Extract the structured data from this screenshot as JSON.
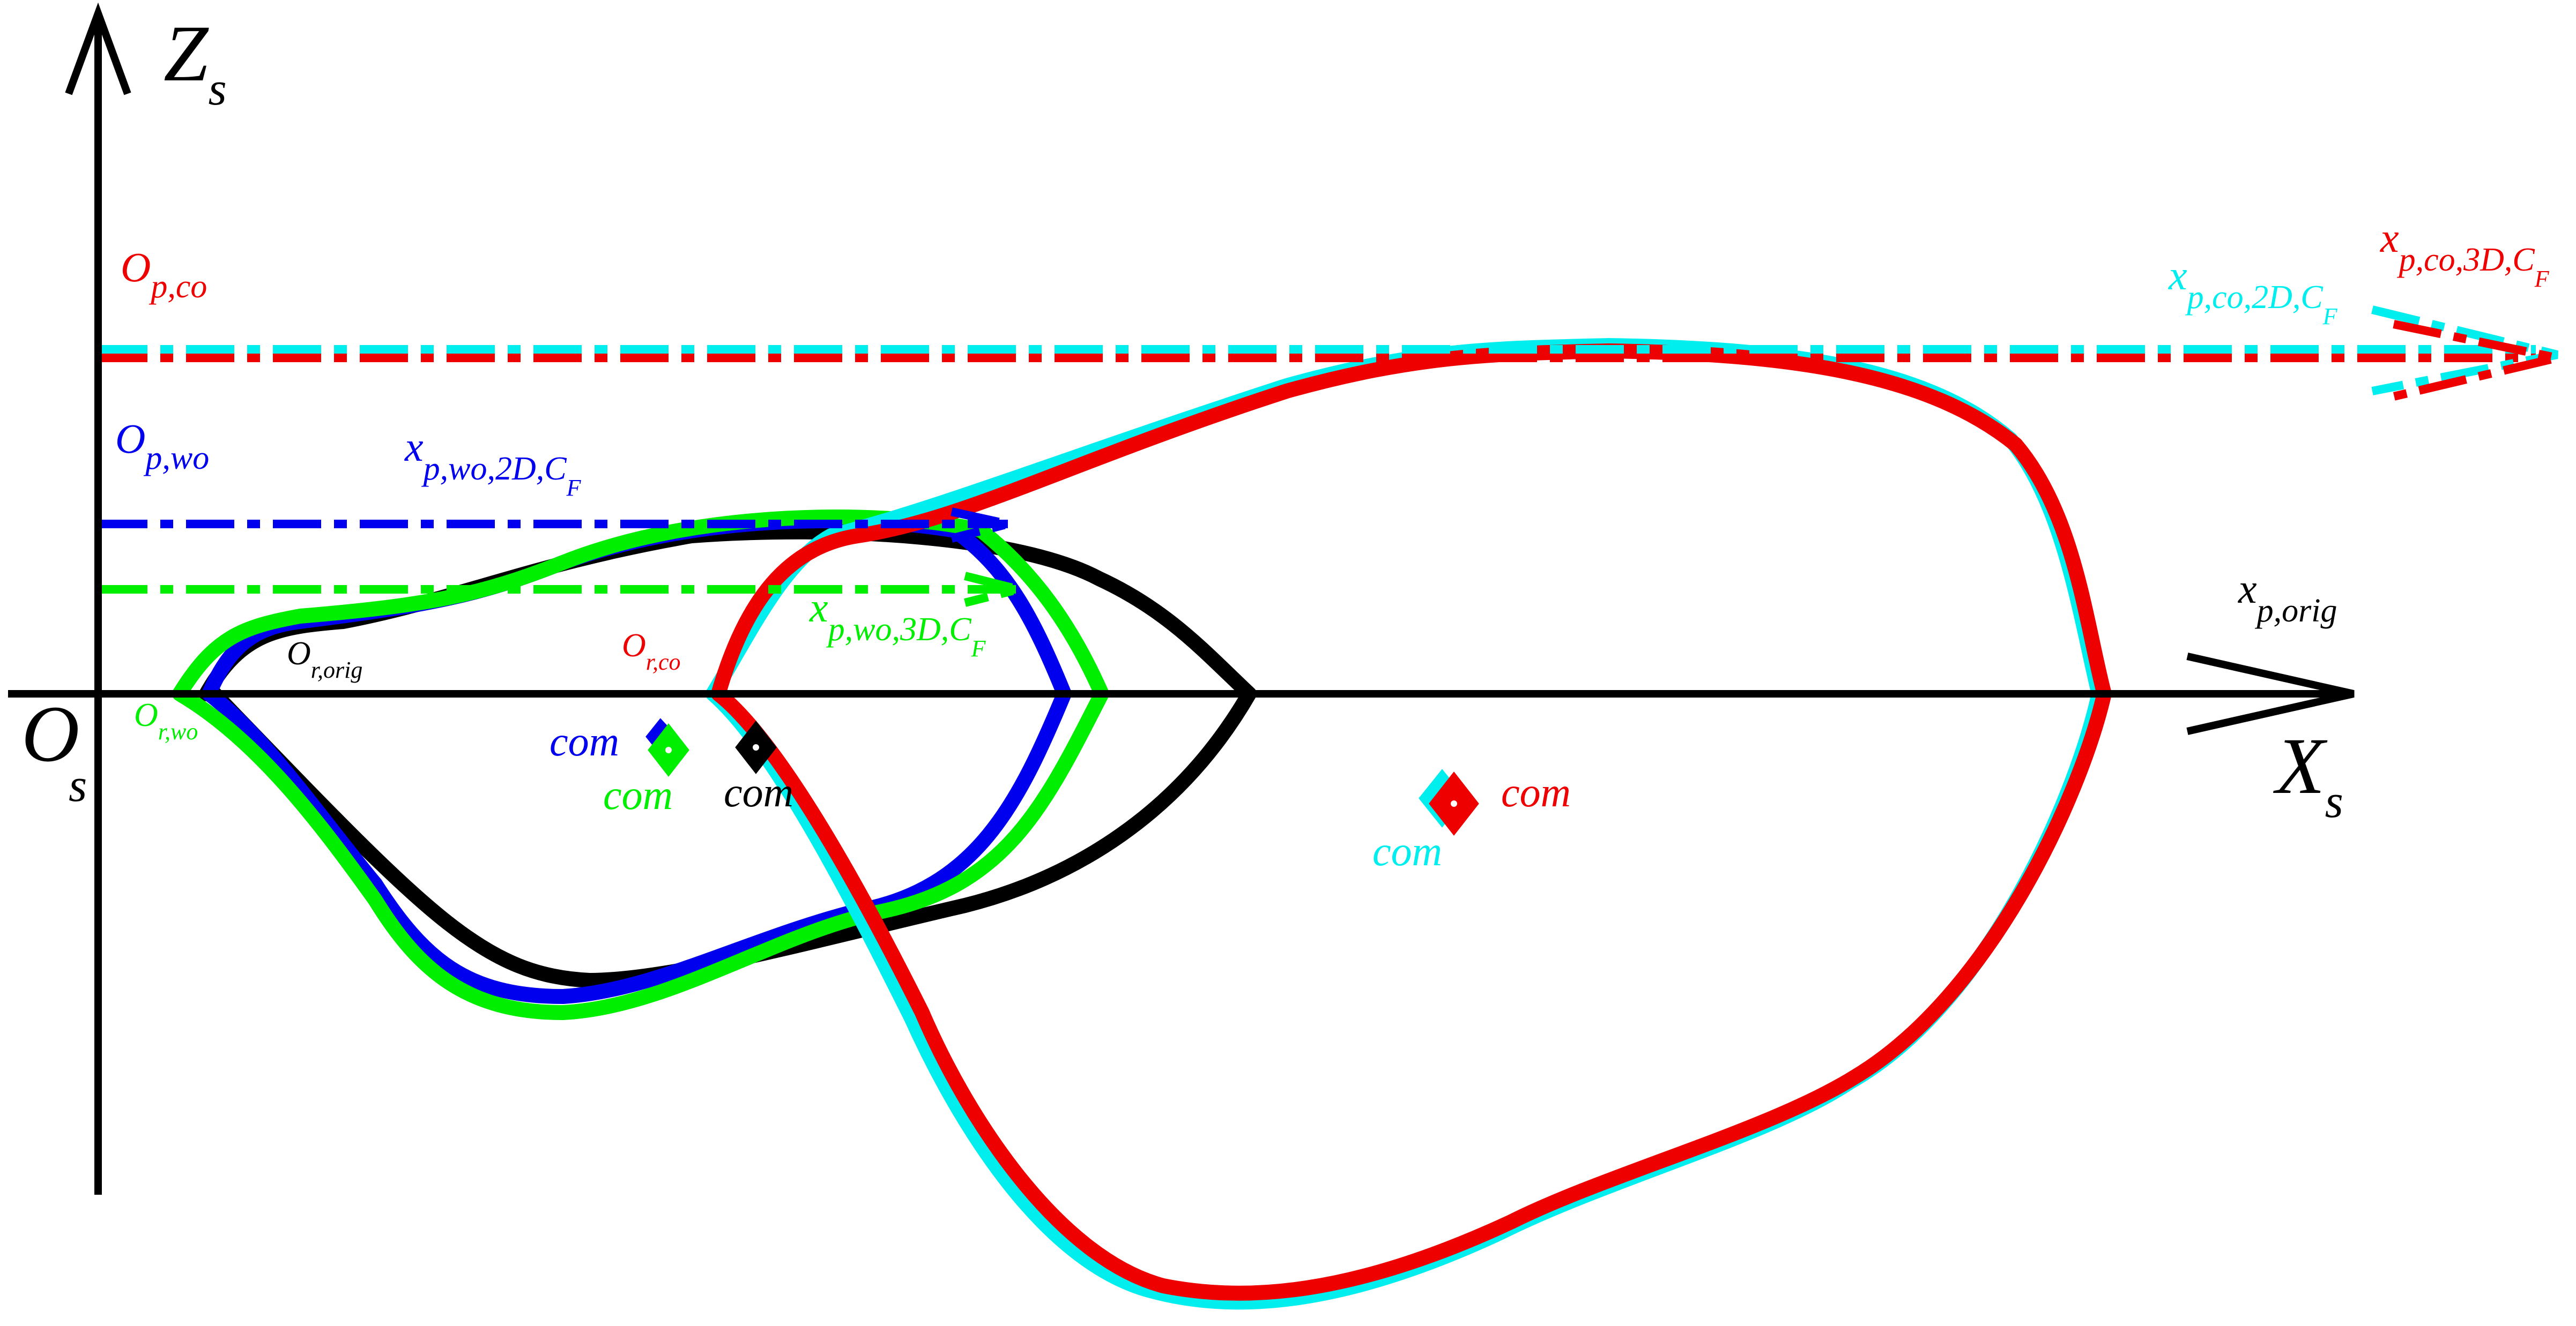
{
  "colors": {
    "axis": "#000000",
    "black": "#000000",
    "blue": "#0000ee",
    "green": "#00ee00",
    "cyan": "#00eeee",
    "red": "#ee0000"
  },
  "axes": {
    "z_main": "Z",
    "z_sub": "s",
    "x_main": "X",
    "x_sub": "s",
    "origin_main": "O",
    "origin_sub": "s"
  },
  "labels": {
    "o_p_co": {
      "main": "O",
      "sub": "p,co"
    },
    "o_p_wo": {
      "main": "O",
      "sub": "p,wo"
    },
    "o_r_orig": {
      "main": "O",
      "sub": "r,orig"
    },
    "o_r_wo": {
      "main": "O",
      "sub": "r,wo"
    },
    "o_r_co": {
      "main": "O",
      "sub": "r,co"
    },
    "x_p_orig": {
      "main": "x",
      "sub": "p,orig"
    },
    "x_p_wo_2d": {
      "main": "x",
      "sub": "p,wo,2D,C",
      "subsub": "F"
    },
    "x_p_wo_3d": {
      "main": "x",
      "sub": "p,wo,3D,C",
      "subsub": "F"
    },
    "x_p_co_2d": {
      "main": "x",
      "sub": "p,co,2D,C",
      "subsub": "F"
    },
    "x_p_co_3d": {
      "main": "x",
      "sub": "p,co,3D,C",
      "subsub": "F"
    }
  },
  "com_labels": {
    "blue": "com",
    "green": "com",
    "black": "com",
    "red": "com",
    "cyan": "com"
  }
}
